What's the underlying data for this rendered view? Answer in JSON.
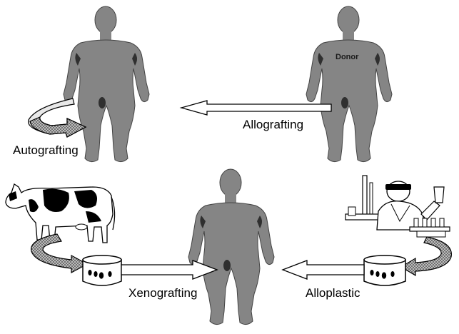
{
  "labels": {
    "autografting": "Autografting",
    "allografting": "Allografting",
    "xenografting": "Xenografting",
    "alloplastic": "Alloplastic",
    "donor": "Donor"
  },
  "colors": {
    "figure": "#858585",
    "figure_dark": "#2f2f2f",
    "curved_arrow_light": "#e8e8e8",
    "curved_arrow_dotted": "#9a9a9a",
    "arrow_outline": "#000000",
    "background": "#ffffff"
  },
  "icons": {
    "human": "human-silhouette-icon",
    "cow": "cow-icon",
    "scientist": "scientist-in-lab-icon",
    "container": "graft-container-icon"
  }
}
